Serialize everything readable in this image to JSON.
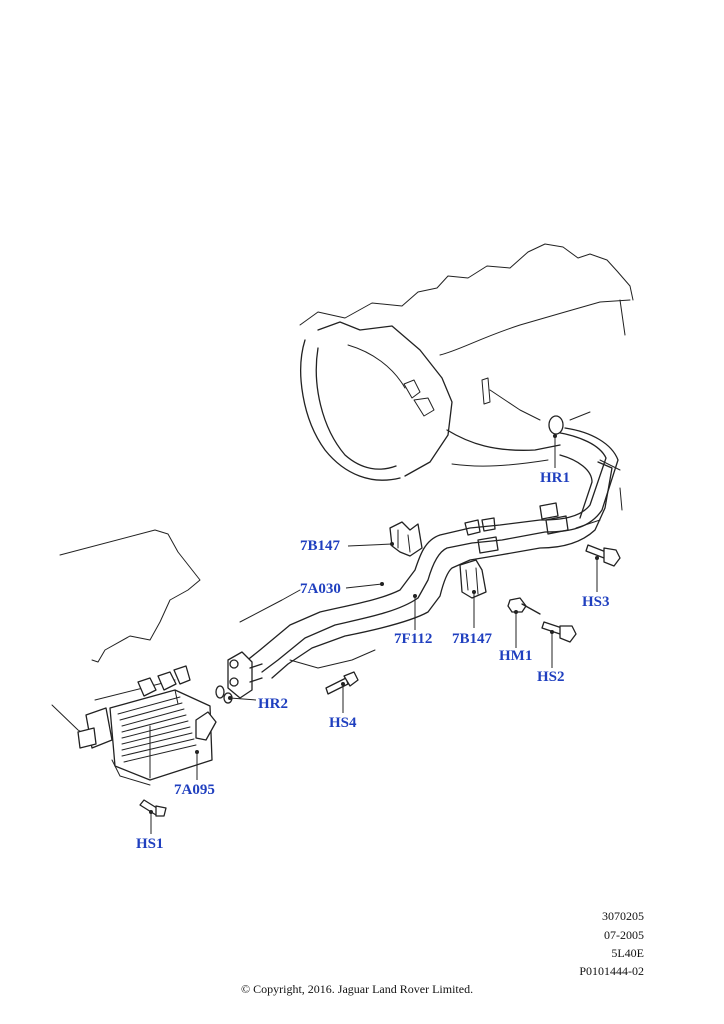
{
  "labels": {
    "hr1": "HR1",
    "b147a": "7B147",
    "a030": "7A030",
    "f112": "7F112",
    "b147b": "7B147",
    "hs3": "HS3",
    "hm1": "HM1",
    "hs2": "HS2",
    "hr2": "HR2",
    "hs4": "HS4",
    "a095": "7A095",
    "hs1": "HS1"
  },
  "reference": {
    "code": "3070205",
    "date": "07-2005",
    "model": "5L40E",
    "part_ref": "P0101444-02"
  },
  "copyright": "© Copyright, 2016. Jaguar Land Rover Limited."
}
